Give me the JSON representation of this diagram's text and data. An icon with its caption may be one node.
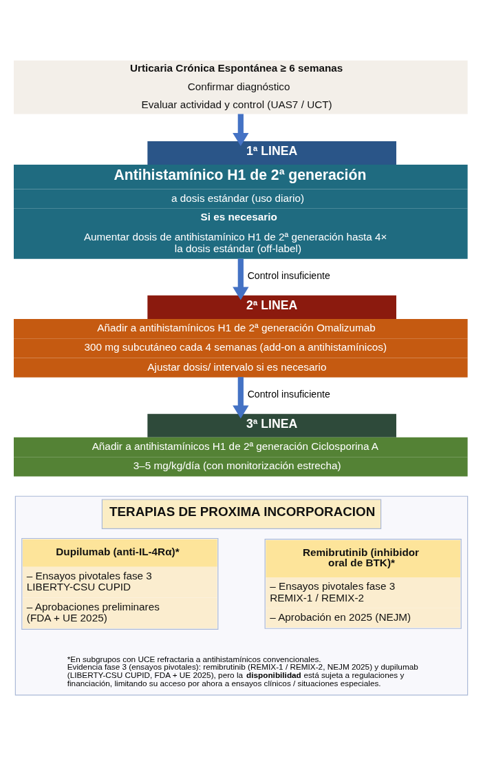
{
  "diagram": {
    "nodes": [
      {
        "text": [
          "Urticaria Crónica Espontánea ≥ 6 semanas",
          "Confirmar diagnóstico",
          "Evaluar actividad y control (UAS7 / UCT)"
        ]
      },
      {
        "text": [
          "1ª LINEA",
          "Antihistamínico H1 de 2ª generación",
          "a dosis estándar (uso diario)",
          "Si es necesario",
          "Aumentar dosis de antihistamínico H1 de 2ª generación hasta 4× la dosis estándar (off-label)"
        ]
      },
      {
        "text": [
          "2ª LINEA",
          "Añadir a antihistamínicos H1 de 2ª generación Omalizumab",
          "300 mg subcutáneo cada 4 semanas (add-on a antihistamínicos)",
          "Ajustar dosis/ intervalo si es necesario"
        ]
      },
      {
        "text": [
          "3ª LINEA",
          "Añadir a antihistamínicos H1 de 2ª generación Ciclosporina A",
          "3–5 mg/kg/día (con monitorización estrecha)"
        ]
      },
      {
        "text": [
          "TERAPIAS DE PROXIMA INCORPORACION"
        ]
      },
      {
        "text": [
          "Dupilumab (anti-IL-4Rα)*",
          "– Ensayos pivotales fase 3 LIBERTY-CSU CUPID",
          "– Aprobaciones preliminares (FDA + UE 2025)"
        ],
        "in": 4
      },
      {
        "text": [
          "Remibrutinib (inhibidor oral de BTK)*",
          "– Ensayos pivotales fase 3 REMIX-1 / REMIX-2",
          "– Aprobación en 2025 (NEJM)"
        ],
        "in": 4
      }
    ],
    "edges": [
      {
        "from": 0,
        "to": 1,
        "arrow": "to"
      },
      {
        "from": 1,
        "to": 2,
        "arrow": "to",
        "label": "Control insuficiente"
      },
      {
        "from": 2,
        "to": 3,
        "arrow": "to",
        "label": "Control insuficiente"
      }
    ],
    "labels": [
      "*En subgrupos con UCE refractaria a antihistamínicos convencionales.",
      "Evidencia fase 3 (ensayos pivotales): remibrutinib (REMIX-1 / REMIX-2, NEJM 2025) y dupilumab (LIBERTY-CSU CUPID, FDA + UE 2025), pero la **disponibilidad** está sujeta a regulaciones y financiación, limitando su acceso por ahora a ensayos clínicos / situaciones especiales."
    ]
  }
}
